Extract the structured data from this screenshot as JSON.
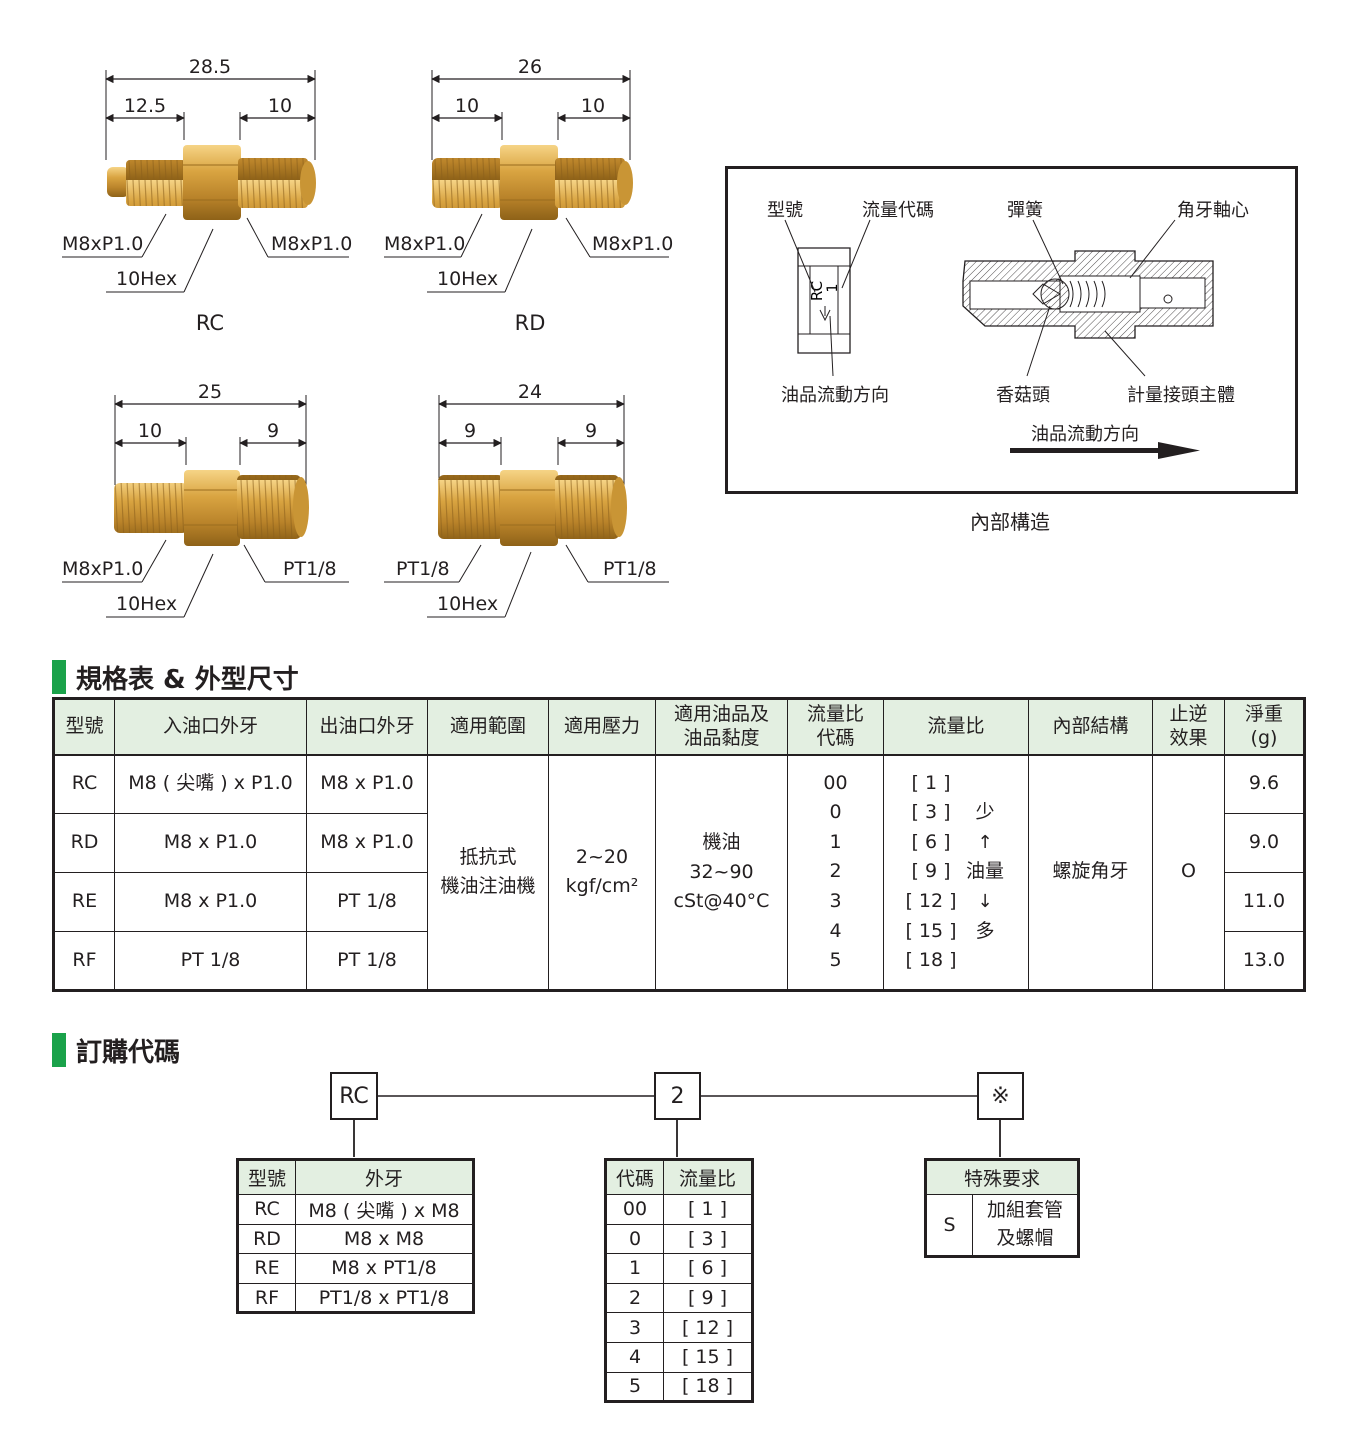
{
  "dimensions": {
    "rc": {
      "total": "28.5",
      "left": "12.5",
      "right": "10",
      "inlet": "M8xP1.0",
      "outlet": "M8xP1.0",
      "hex": "10Hex",
      "name": "RC"
    },
    "rd": {
      "total": "26",
      "left": "10",
      "right": "10",
      "inlet": "M8xP1.0",
      "outlet": "M8xP1.0",
      "hex": "10Hex",
      "name": "RD"
    },
    "re": {
      "total": "25",
      "left": "10",
      "right": "9",
      "inlet": "M8xP1.0",
      "outlet": "PT1/8",
      "hex": "10Hex"
    },
    "rf": {
      "total": "24",
      "left": "9",
      "right": "9",
      "inlet": "PT1/8",
      "outlet": "PT1/8",
      "hex": "10Hex"
    }
  },
  "structure": {
    "model": "型號",
    "flow_code": "流量代碼",
    "spring": "彈簧",
    "thread_core": "角牙軸心",
    "oil_dir_small": "油品流動方向",
    "mushroom": "香菇頭",
    "body": "計量接頭主體",
    "oil_dir": "油品流動方向",
    "caption": "內部構造",
    "stamp_model": "RC",
    "stamp_code": "1"
  },
  "spec_section": {
    "title": "規格表 & 外型尺寸"
  },
  "spec_table": {
    "headers": [
      "型號",
      "入油口外牙",
      "出油口外牙",
      "適用範圍",
      "適用壓力",
      "適用油品及\n油品黏度",
      "流量比\n代碼",
      "流量比",
      "內部結構",
      "止逆\n效果",
      "淨重\n(g)"
    ],
    "rows": [
      {
        "model": "RC",
        "inlet": "M8 ( 尖嘴 ) x P1.0",
        "outlet": "M8 x P1.0",
        "weight": "9.6"
      },
      {
        "model": "RD",
        "inlet": "M8 x P1.0",
        "outlet": "M8 x P1.0",
        "weight": "9.0"
      },
      {
        "model": "RE",
        "inlet": "M8 x P1.0",
        "outlet": "PT 1/8",
        "weight": "11.0"
      },
      {
        "model": "RF",
        "inlet": "PT 1/8",
        "outlet": "PT 1/8",
        "weight": "13.0"
      }
    ],
    "scope": "抵抗式\n機油注油機",
    "pressure": "2~20\nkgf/cm²",
    "oil": "機油\n32~90\ncSt@40°C",
    "codes": [
      "00",
      "0",
      "1",
      "2",
      "3",
      "4",
      "5"
    ],
    "ratios": [
      "[ 1 ]",
      "[ 3 ]",
      "[ 6 ]",
      "[ 9 ]",
      "[ 12 ]",
      "[ 15 ]",
      "[ 18 ]"
    ],
    "few": "少",
    "amount": "油量",
    "many": "多",
    "structure": "螺旋角牙",
    "check": "O"
  },
  "order_section": {
    "title": "訂購代碼"
  },
  "order": {
    "box1": "RC",
    "box2": "2",
    "box3": "※",
    "model_table": {
      "headers": [
        "型號",
        "外牙"
      ],
      "rows": [
        [
          "RC",
          "M8 ( 尖嘴 ) x M8"
        ],
        [
          "RD",
          "M8 x M8"
        ],
        [
          "RE",
          "M8 x PT1/8"
        ],
        [
          "RF",
          "PT1/8 x PT1/8"
        ]
      ]
    },
    "code_table": {
      "headers": [
        "代碼",
        "流量比"
      ],
      "rows": [
        [
          "00",
          "[ 1 ]"
        ],
        [
          "0",
          "[ 3 ]"
        ],
        [
          "1",
          "[ 6 ]"
        ],
        [
          "2",
          "[ 9 ]"
        ],
        [
          "3",
          "[ 12 ]"
        ],
        [
          "4",
          "[ 15 ]"
        ],
        [
          "5",
          "[ 18 ]"
        ]
      ]
    },
    "special_table": {
      "header": "特殊要求",
      "code": "S",
      "desc": "加組套管\n及螺帽"
    }
  }
}
